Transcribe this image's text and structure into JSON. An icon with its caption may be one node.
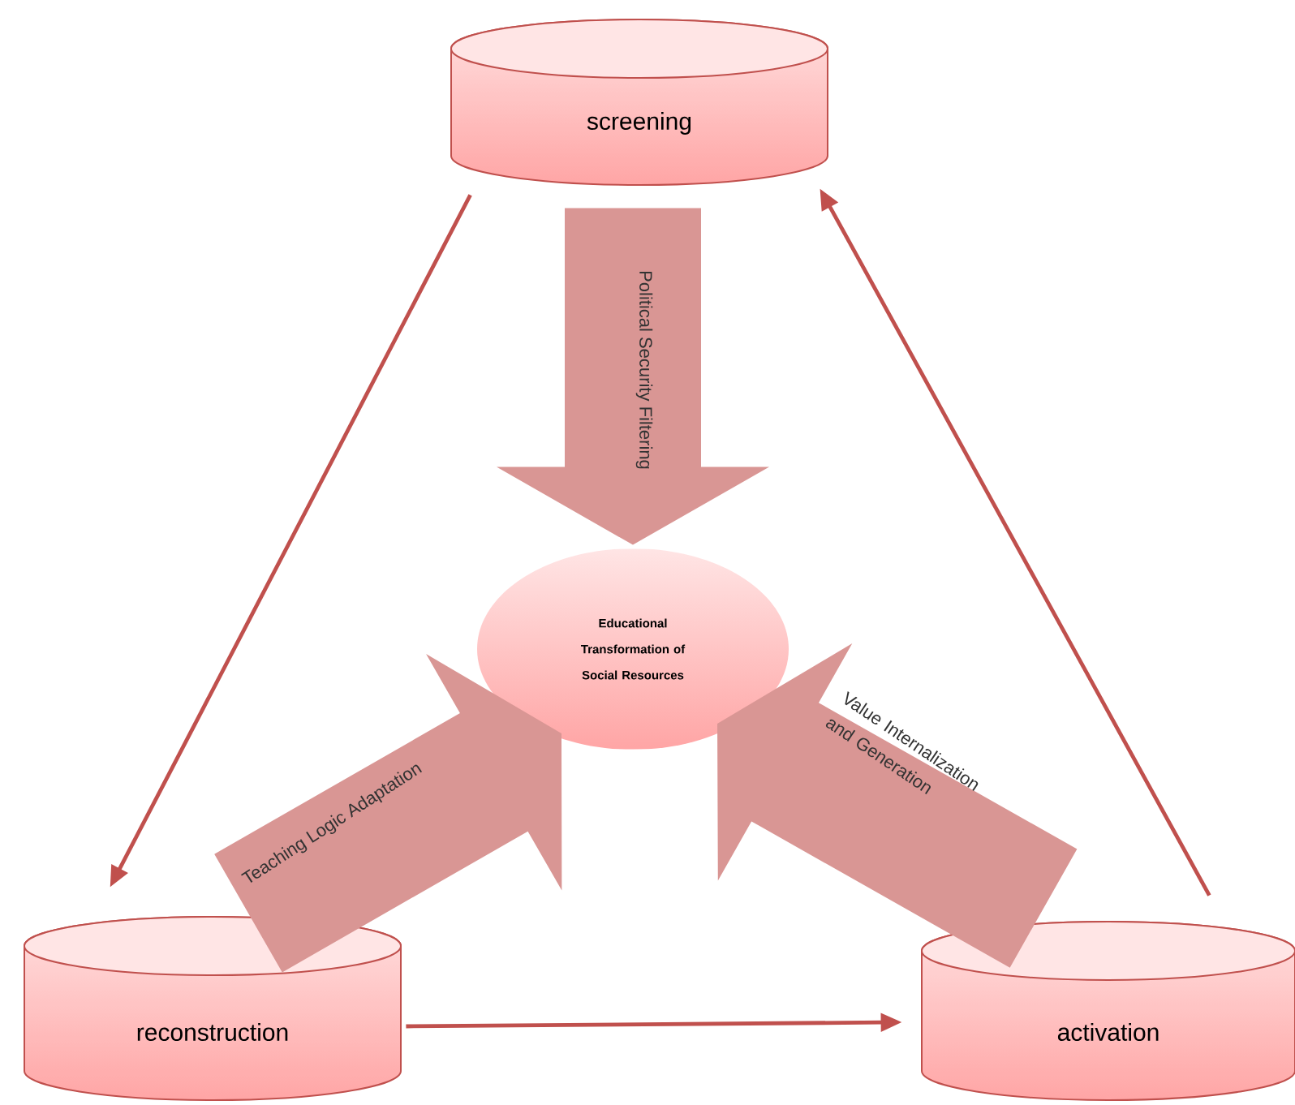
{
  "diagram": {
    "nodes": [
      {
        "text": [
          "screening"
        ]
      },
      {
        "text": [
          "Educational Transformation of Social Resources"
        ]
      },
      {
        "text": [
          "reconstruction"
        ]
      },
      {
        "text": [
          "activation"
        ]
      }
    ],
    "edges": [
      {
        "from": 0,
        "to": 1,
        "arrow": "to",
        "label": "Political Security Filtering",
        "style": "thick",
        "color": "#d99694"
      },
      {
        "from": 2,
        "to": 1,
        "arrow": "to",
        "label": "Teaching Logic Adaptation",
        "style": "thick",
        "color": "#d99694"
      },
      {
        "from": 3,
        "to": 1,
        "arrow": "to",
        "label": "Value Internalization and Generation",
        "style": "thick",
        "color": "#d99694"
      },
      {
        "from": 0,
        "to": 2,
        "arrow": "to"
      },
      {
        "from": 2,
        "to": 3,
        "arrow": "to"
      },
      {
        "from": 3,
        "to": 0,
        "arrow": "to"
      }
    ]
  }
}
